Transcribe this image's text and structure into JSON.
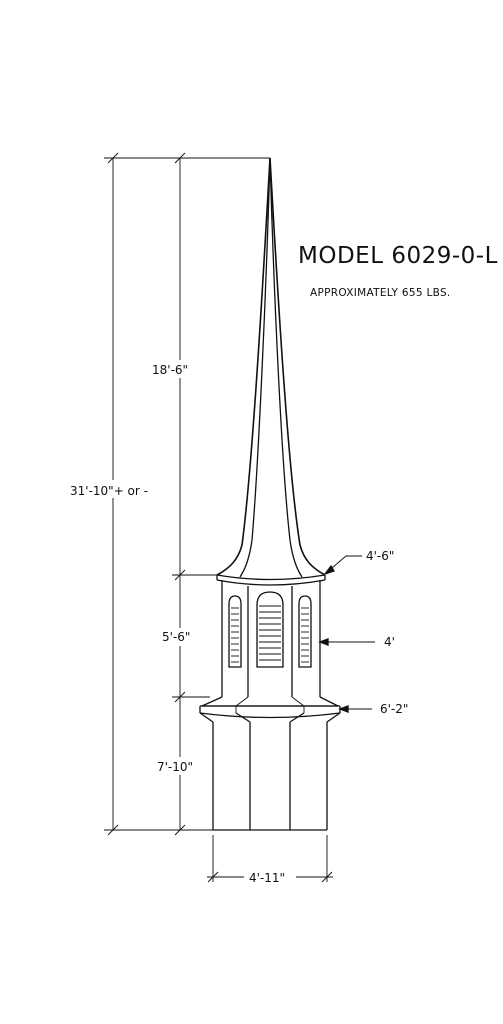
{
  "drawing": {
    "model_title": "MODEL 6029-0-L",
    "weight_note": "APPROXIMATELY 655 LBS.",
    "dimensions": {
      "overall_height": "31'-10\"+ or -",
      "spire_height": "18'-6\"",
      "belfry_height": "5'-6\"",
      "base_height": "7'-10\"",
      "spire_base_width": "4'-6\"",
      "belfry_width": "4'",
      "cornice_width": "6'-2\"",
      "base_width": "4'-11\""
    }
  }
}
